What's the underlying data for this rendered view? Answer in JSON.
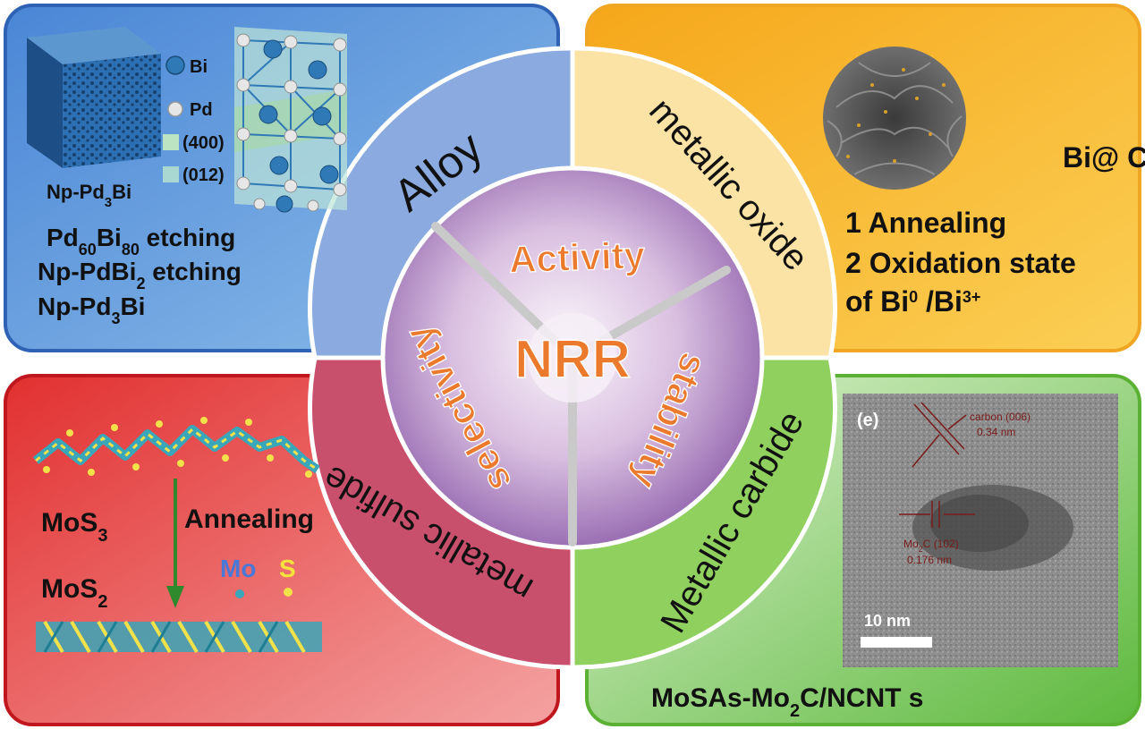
{
  "hub": {
    "center": "NRR",
    "metrics": {
      "activity": "Activity",
      "stability": "stability",
      "selectivity": "selectivity"
    }
  },
  "ring": {
    "alloy": "Alloy",
    "oxide": "metallic oxide",
    "carbide": "Metallic carbide",
    "sulfide": "metallic sulfide"
  },
  "alloy_panel": {
    "legend": {
      "bi": "Bi",
      "pd": "Pd",
      "plane1": "(400)",
      "plane2": "(012)"
    },
    "caption": {
      "base": "Np-Pd",
      "sub": "3",
      "tail": "Bi"
    },
    "routes": [
      {
        "a": "Pd",
        "a_sub": "60",
        "b": "Bi",
        "b_sub": "80",
        "rest": " etching"
      },
      {
        "a": "Np-PdBi",
        "a_sub": "2",
        "b": "",
        "b_sub": "",
        "rest": " etching"
      },
      {
        "a": "Np-Pd",
        "a_sub": "3",
        "b": "Bi",
        "b_sub": "",
        "rest": ""
      }
    ]
  },
  "oxide_panel": {
    "label": "Bi@ C",
    "step1": "1 Annealing",
    "step2": "2 Oxidation state",
    "step3": {
      "prefix": "of Bi",
      "sup1": "0",
      "mid": " /Bi",
      "sup2": "3+"
    }
  },
  "sulfide_panel": {
    "before": {
      "base": "MoS",
      "sub": "3"
    },
    "after": {
      "base": "MoS",
      "sub": "2"
    },
    "process": "Annealing",
    "legend": {
      "mo": "Mo",
      "s": "S"
    }
  },
  "carbide_panel": {
    "tem": {
      "panel_tag": "(e)",
      "carbon_label": "carbon (006)",
      "carbon_spacing": "0.34 nm",
      "mo2c_label": {
        "base": "Mo",
        "sub": "2",
        "tail": "C (102)"
      },
      "mo2c_spacing": "0.176 nm",
      "scale": "10 nm"
    },
    "caption": {
      "base": "MoSAs-Mo",
      "sub": "2",
      "tail": "C/NCNT s"
    }
  },
  "colors": {
    "alloy": "#4f8fd8",
    "oxide": "#f7b81e",
    "sulfide": "#e03a3a",
    "carbide": "#7ec850",
    "accent_text": "#ec7a2c"
  }
}
